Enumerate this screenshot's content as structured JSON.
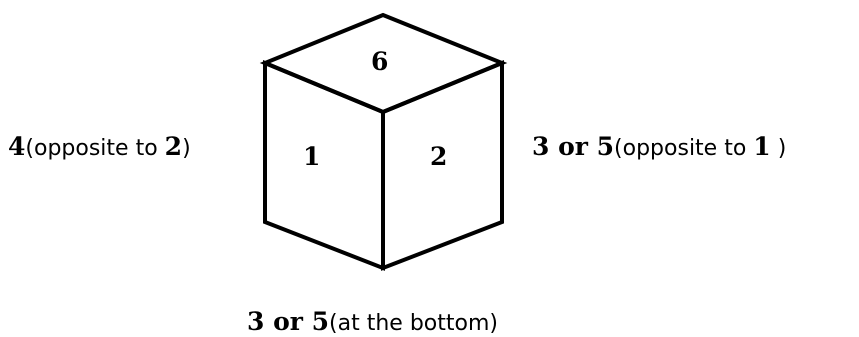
{
  "faces": {
    "top": "6",
    "left": "1",
    "right": "2"
  },
  "labels": {
    "left": {
      "number": "4",
      "open": "(opposite to ",
      "ref": "2",
      "close": ")"
    },
    "right": {
      "number": "3 or 5",
      "open": "(opposite to ",
      "ref": "1",
      "close": " )"
    },
    "bottom": {
      "number": "3 or 5",
      "note": "(at the bottom)"
    }
  }
}
